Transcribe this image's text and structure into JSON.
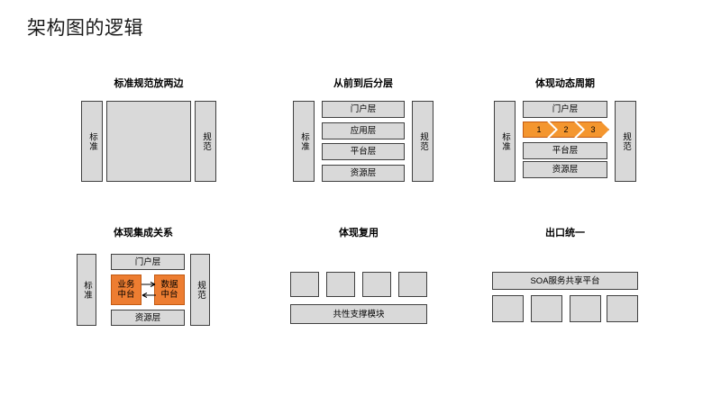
{
  "slide": {
    "title": "架构图的逻辑"
  },
  "panels": [
    {
      "id": "standards-on-both-sides",
      "title": "标准规范放两边",
      "left_pillar": "标准",
      "right_pillar": "规范",
      "center": ""
    },
    {
      "id": "front-to-back-layering",
      "title": "从前到后分层",
      "left_pillar": "标准",
      "right_pillar": "规范",
      "layers": [
        "门户层",
        "应用层",
        "平台层",
        "资源层"
      ]
    },
    {
      "id": "dynamic-cycle",
      "title": "体现动态周期",
      "left_pillar": "标准",
      "right_pillar": "规范",
      "top_layer": "门户层",
      "steps": [
        "1",
        "2",
        "3"
      ],
      "lower_layers": [
        "平台层",
        "资源层"
      ]
    },
    {
      "id": "integration-relationship",
      "title": "体现集成关系",
      "left_pillar": "标准",
      "right_pillar": "规范",
      "top_layer": "门户层",
      "bottom_layer": "资源层",
      "mid_left_line1": "业务",
      "mid_left_line2": "中台",
      "mid_right_line1": "数据",
      "mid_right_line2": "中台"
    },
    {
      "id": "reuse",
      "title": "体现复用",
      "top_boxes": [
        "",
        "",
        "",
        ""
      ],
      "shared_module": "共性支撑模块"
    },
    {
      "id": "unified-exit",
      "title": "出口统一",
      "platform": "SOA服务共享平台",
      "bottom_boxes": [
        "",
        "",
        "",
        ""
      ]
    }
  ],
  "colors": {
    "box_fill": "#d9d9d9",
    "box_border": "#404040",
    "accent_orange": "#ed7d31",
    "chevron_orange": "#f4962f",
    "title_text": "#1a1a1a",
    "background": "#ffffff"
  }
}
